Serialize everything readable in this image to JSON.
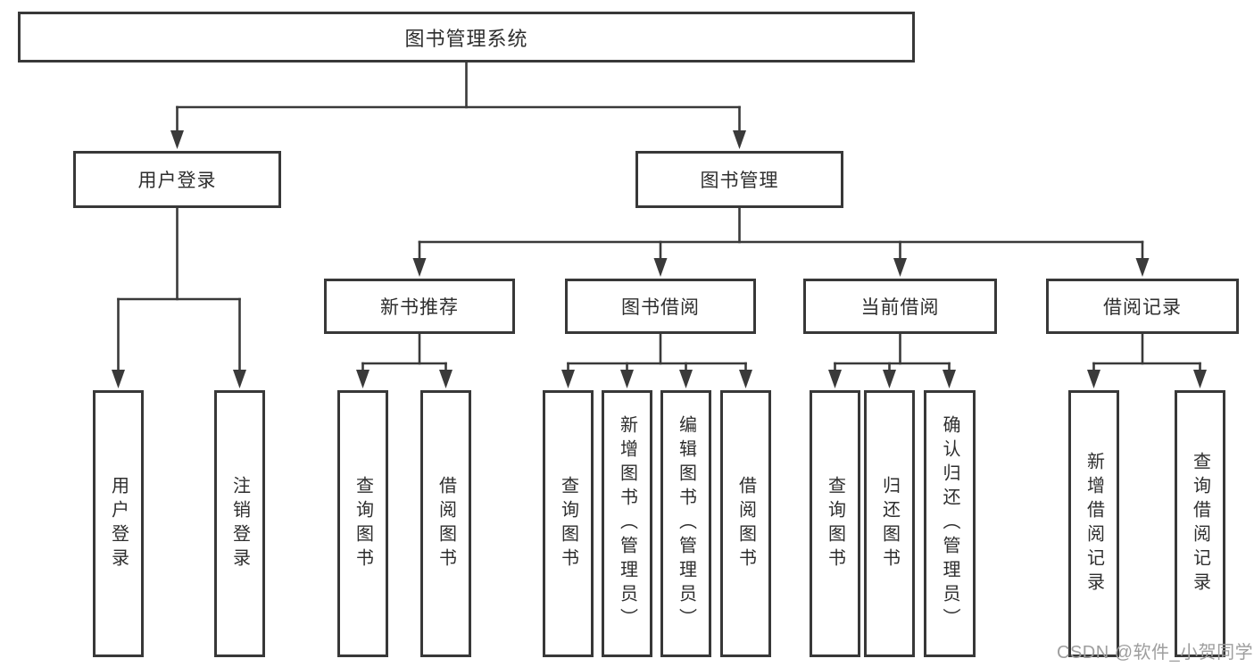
{
  "page": {
    "background": "#ffffff"
  },
  "colors": {
    "line": "#3a3a3a",
    "box_border": "#383838",
    "box_text": "#2e2e2e",
    "watermark": "#9e9e9e"
  },
  "watermark": {
    "text": "CSDN @软件_小贺同学"
  },
  "diagram": {
    "type": "hierarchy-tree",
    "title": "图书管理系统",
    "branches": [
      {
        "label": "用户登录",
        "children": [
          {
            "label": "用户登录"
          },
          {
            "label": "注销登录"
          }
        ]
      },
      {
        "label": "图书管理",
        "children": [
          {
            "label": "新书推荐",
            "children": [
              {
                "label": "查询图书"
              },
              {
                "label": "借阅图书"
              }
            ]
          },
          {
            "label": "图书借阅",
            "children": [
              {
                "label": "查询图书"
              },
              {
                "label": "新增图书（管理员）"
              },
              {
                "label": "编辑图书（管理员）"
              },
              {
                "label": "借阅图书"
              }
            ]
          },
          {
            "label": "当前借阅",
            "children": [
              {
                "label": "查询图书"
              },
              {
                "label": "归还图书"
              },
              {
                "label": "确认归还（管理员）"
              }
            ]
          },
          {
            "label": "借阅记录",
            "children": [
              {
                "label": "新增借阅记录"
              },
              {
                "label": "查询借阅记录"
              }
            ]
          }
        ]
      }
    ]
  }
}
